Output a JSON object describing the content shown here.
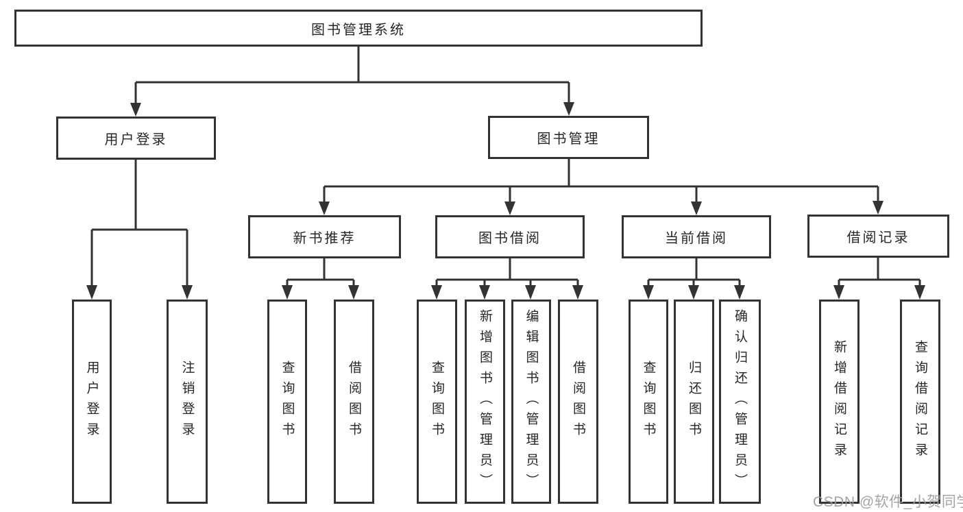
{
  "diagram_title": "图书管理系统",
  "tree": {
    "label": "图书管理系统",
    "children": [
      {
        "label": "用户登录",
        "children": [
          {
            "label": "用户登录"
          },
          {
            "label": "注销登录"
          }
        ]
      },
      {
        "label": "图书管理",
        "children": [
          {
            "label": "新书推荐",
            "children": [
              {
                "label": "查询图书"
              },
              {
                "label": "借阅图书"
              }
            ]
          },
          {
            "label": "图书借阅",
            "children": [
              {
                "label": "查询图书"
              },
              {
                "label": "新增图书（管理员）"
              },
              {
                "label": "编辑图书（管理员）"
              },
              {
                "label": "借阅图书"
              }
            ]
          },
          {
            "label": "当前借阅",
            "children": [
              {
                "label": "查询图书"
              },
              {
                "label": "归还图书"
              },
              {
                "label": "确认归还（管理员）"
              }
            ]
          },
          {
            "label": "借阅记录",
            "children": [
              {
                "label": "新增借阅记录"
              },
              {
                "label": "查询借阅记录"
              }
            ]
          }
        ]
      }
    ]
  },
  "watermark": "CSDN @软件_小贺同学",
  "colors": {
    "line": "#333333",
    "box_fill": "#ffffff",
    "text": "#262626",
    "watermark": "#9b9b9b",
    "background": "#ffffff"
  }
}
